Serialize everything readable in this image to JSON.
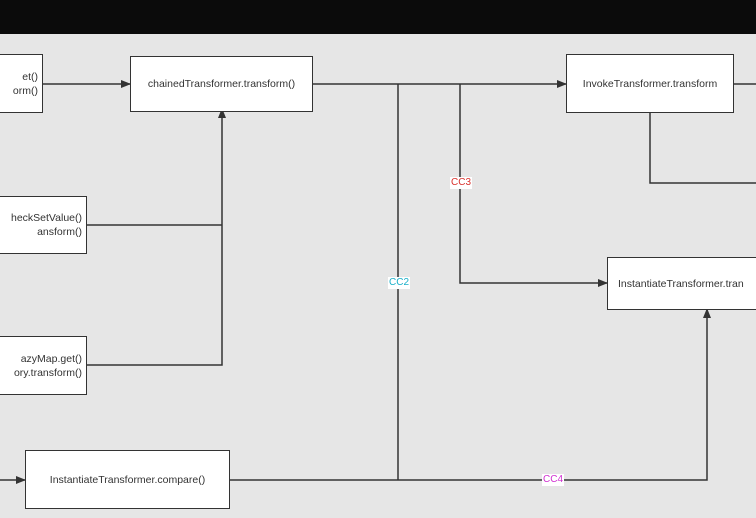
{
  "nodes": {
    "get_partial": [
      "et()",
      "orm()"
    ],
    "chained": "chainedTransformer.transform()",
    "invoke": "InvokeTransformer.transform",
    "checksetvalue_partial": [
      "heckSetValue()",
      "ansform()"
    ],
    "instantiate_transform_partial": "InstantiateTransformer.tran",
    "lazymap_partial": [
      "azyMap.get()",
      "ory.transform()"
    ],
    "instantiate_compare": "InstantiateTransformer.compare()"
  },
  "edge_labels": {
    "cc3": "CC3",
    "cc2": "CC2",
    "cc4": "CC4"
  },
  "colors": {
    "background": "#e6e6e6",
    "topbar": "#0b0b0b",
    "line": "#333333",
    "cc2": "#1ab0c9",
    "cc3": "#d9302c",
    "cc4": "#d02fd0"
  }
}
